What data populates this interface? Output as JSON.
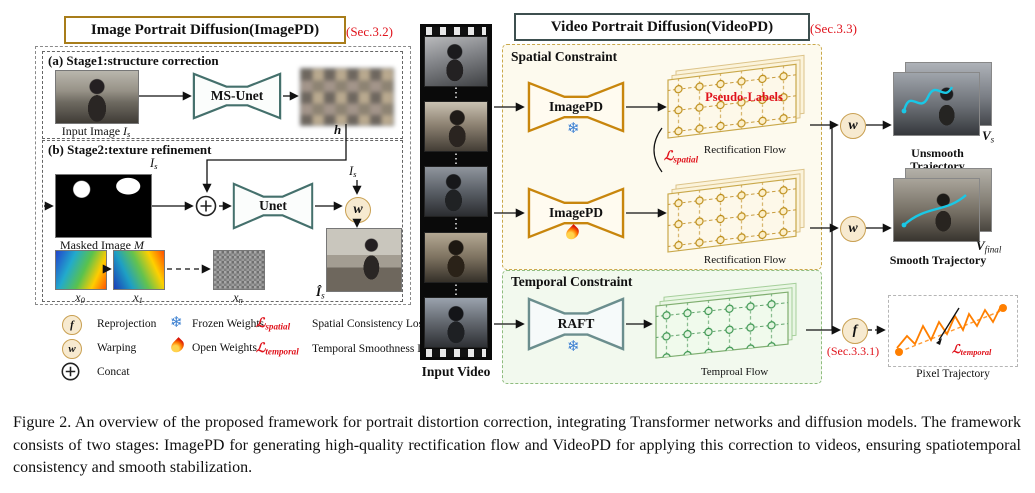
{
  "colors": {
    "imagepd_accent": "#a87d1a",
    "videopd_accent": "#3d4f4f",
    "section_red": "#e0131c",
    "spatial_bg": "#fdfaee",
    "temporal_bg": "#f2f9ee",
    "frozen_blue": "#3a7fd0",
    "flow_orange": "#c9a84a",
    "flow_green": "#4e9e5f",
    "trajectory_orange": "#ff7f00",
    "trajectory_cyan": "#19c8e6"
  },
  "imagepd": {
    "title": "Image Portrait Diffusion(ImagePD)",
    "section": "(Sec.3.2)",
    "stage1": {
      "label": "(a) Stage1:structure correction",
      "input_caption": "Input Image",
      "var_i": "I",
      "sub_s": "s",
      "unet": "MS-Unet",
      "h": "h"
    },
    "stage2": {
      "label": "(b) Stage2:texture refinement",
      "var_i": "I",
      "sub_s": "s",
      "masked_caption": "Masked Image",
      "var_m": "M",
      "unet": "Unet",
      "w": "w",
      "var_x": "x",
      "sub_0": "0",
      "sub_1": "1",
      "sub_n": "n",
      "var_ihat": "Î",
      "out_sub": "s"
    }
  },
  "legend": {
    "f": "f",
    "reprojection": "Reprojection",
    "w": "w",
    "warping": "Warping",
    "concat": "Concat",
    "frozen_icon": "❄",
    "frozen": "Frozen Weights",
    "open": "Open Weights",
    "loss": "ℒ",
    "spatial_sub": "spatial",
    "spatial": "Spatial Consistency Loss",
    "temporal_sub": "temporal",
    "temporal": "Temporal Smoothness Loss"
  },
  "input_video": {
    "label": "Input Video",
    "dots": "⋮"
  },
  "videopd": {
    "title": "Video Portrait Diffusion(VideoPD)",
    "section": "(Sec.3.3)",
    "spatial": {
      "label": "Spatial Constraint",
      "imagepd": "ImagePD",
      "pseudo": "Pseudo-Labels",
      "rect_flow": "Rectification Flow",
      "loss": "ℒ",
      "loss_sub": "spatial"
    },
    "temporal": {
      "label": "Temporal Constraint",
      "raft": "RAFT",
      "flow": "Temproal Flow"
    },
    "right": {
      "w": "w",
      "f": "f",
      "f_section": "(Sec.3.3.1)",
      "var_v": "V",
      "sub_s": "s",
      "sub_final": "final",
      "unsmooth_line1": "Unsmooth",
      "unsmooth_line2": "Trajectory",
      "smooth": "Smooth Trajectory",
      "loss": "ℒ",
      "loss_sub": "temporal",
      "pixel": "Pixel Trajectory"
    }
  },
  "caption": "Figure 2. An overview of the proposed framework for portrait distortion correction, integrating Transformer networks and diffusion models. The framework consists of two stages: ImagePD for generating high-quality rectification flow and VideoPD for applying this correction to videos, ensuring spatiotemporal consistency and smooth stabilization."
}
